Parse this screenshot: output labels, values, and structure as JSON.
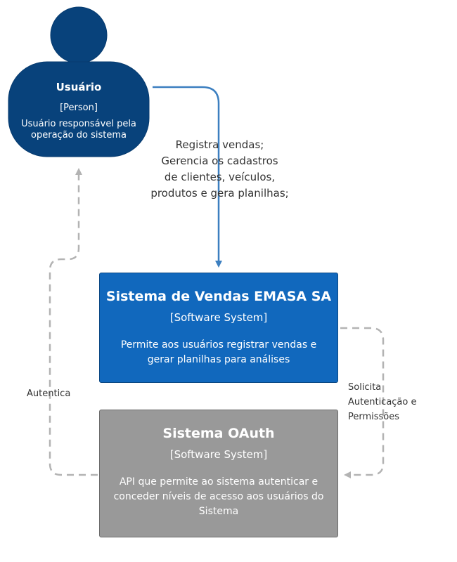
{
  "person": {
    "name": "Usuário",
    "type": "[Person]",
    "description": "Usuário responsável pela operação do sistema",
    "color": "#08427b"
  },
  "systems": [
    {
      "name": "Sistema de Vendas EMASA SA",
      "type": "[Software System]",
      "description": "Permite aos usuários registrar vendas e gerar planilhas para análises",
      "color": "#1168bd"
    },
    {
      "name": "Sistema OAuth",
      "type": "[Software System]",
      "description": "API que permite ao sistema autenticar e conceder níveis de acesso aos usuários do Sistema",
      "color": "#999999"
    }
  ],
  "relationships": [
    {
      "from": "Usuário",
      "to": "Sistema de Vendas EMASA SA",
      "label": "Registra vendas;\nGerencia os cadastros\nde clientes, veículos,\nprodutos e gera planilhas;",
      "style": "solid",
      "color": "#3c7fc0"
    },
    {
      "from": "Sistema de Vendas EMASA SA",
      "to": "Sistema OAuth",
      "label": "Solicita\nAutenticação e\nPermissões",
      "style": "dashed",
      "color": "#b3b3b3"
    },
    {
      "from": "Sistema OAuth",
      "to": "Usuário",
      "label": "Autentica",
      "style": "dashed",
      "color": "#b3b3b3"
    }
  ]
}
